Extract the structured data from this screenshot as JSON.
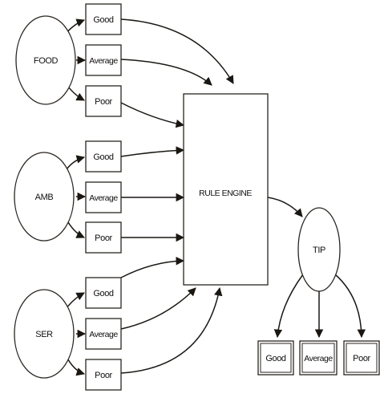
{
  "inputs": [
    {
      "name": "FOOD",
      "levels": [
        "Good",
        "Average",
        "Poor"
      ]
    },
    {
      "name": "AMB",
      "levels": [
        "Good",
        "Average",
        "Poor"
      ]
    },
    {
      "name": "SER",
      "levels": [
        "Good",
        "Average",
        "Poor"
      ]
    }
  ],
  "engine": {
    "label": "RULE ENGINE"
  },
  "output": {
    "name": "TIP",
    "levels": [
      "Good",
      "Average",
      "Poor"
    ]
  },
  "colors": {
    "stroke": "#2a2620",
    "edge": "#1a1713",
    "background": "#ffffff"
  }
}
